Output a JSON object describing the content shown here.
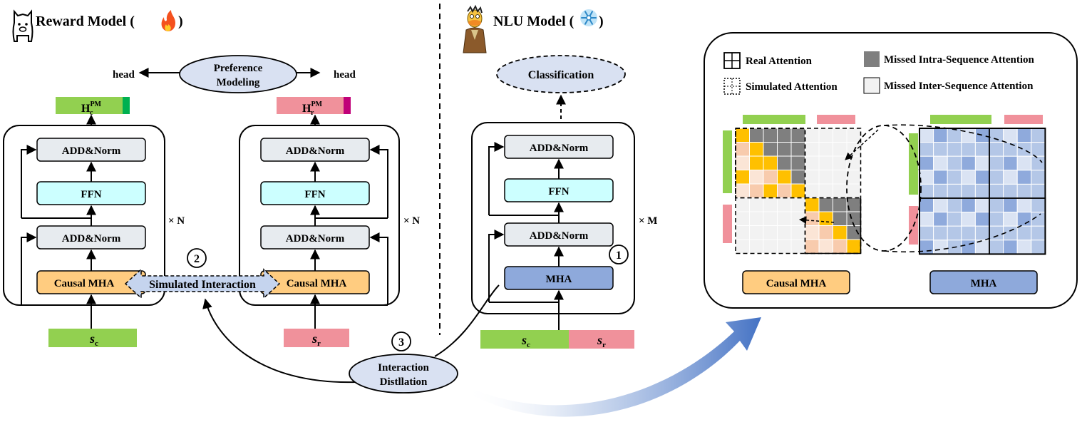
{
  "reward_model": {
    "title": "Reward Model (",
    "title_close": ")",
    "logo_icon": "alpaca-icon",
    "trainable_icon": "fire-icon",
    "preference_modeling": [
      "Preference",
      "Modeling"
    ],
    "head_left": "head",
    "head_right": "head",
    "h_c": "H",
    "h_c_sup": "PM",
    "h_c_sub": "c",
    "h_r": "H",
    "h_r_sup": "PM",
    "h_r_sub": "r",
    "add_norm": "ADD&Norm",
    "ffn": "FFN",
    "causal_mha": "Causal MHA",
    "times_n": "× N",
    "simulated_interaction": "Simulated Interaction",
    "s_c": "s",
    "s_c_sub": "c",
    "s_r": "s",
    "s_r_sub": "r"
  },
  "nlu_model": {
    "title": "NLU Model (",
    "title_close": ")",
    "logo_icon": "bert-character-icon",
    "frozen_icon": "snowflake-icon",
    "classification": "Classification",
    "add_norm": "ADD&Norm",
    "ffn": "FFN",
    "mha": "MHA",
    "times_m": "× M",
    "s_c": "s",
    "s_c_sub": "c",
    "s_r": "s",
    "s_r_sub": "r"
  },
  "steps": {
    "one": "1",
    "two": "2",
    "three": "3"
  },
  "interaction_distillation": [
    "Interaction",
    "Distllation"
  ],
  "attention_panel": {
    "legend": {
      "real": "Real Attention",
      "simulated": "Simulated Attention",
      "missed_intra": "Missed Intra-Sequence Attention",
      "missed_inter": "Missed Inter-Sequence Attention"
    },
    "causal_label": "Causal MHA",
    "mha_label": "MHA"
  },
  "colors": {
    "green": "#92d050",
    "pink": "#f0919b",
    "orange": "#ffcc80",
    "cyan": "#ccffff",
    "gray_box": "#e7ebef",
    "blue_box": "#8ea9db",
    "bubble": "#d9e1f2",
    "gold": "#ffc000",
    "peach": "#f8cbad",
    "light_peach": "#fbe5d6",
    "dark_gray": "#7f7f7f",
    "light_gray": "#f2f2f2",
    "blue_light": "#dae3f3",
    "blue_mid": "#b4c7e7",
    "blue_dark": "#8faadc"
  }
}
